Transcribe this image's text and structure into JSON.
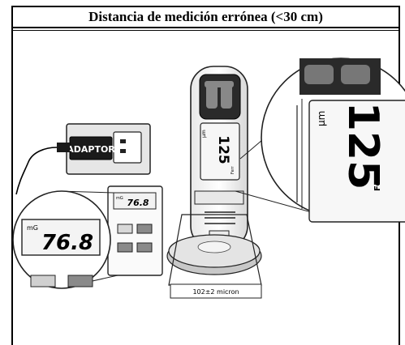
{
  "header": {
    "title": "Distancia de medición errónea (<30 cm)"
  },
  "illustration": {
    "adaptor_label": "ADAPTOR",
    "meter_unit": "mG",
    "meter_reading": "76.8",
    "gauge_reading": "125",
    "gauge_unit": "µm",
    "gauge_mode": "Ferr",
    "film_label": "102±2 micron"
  }
}
